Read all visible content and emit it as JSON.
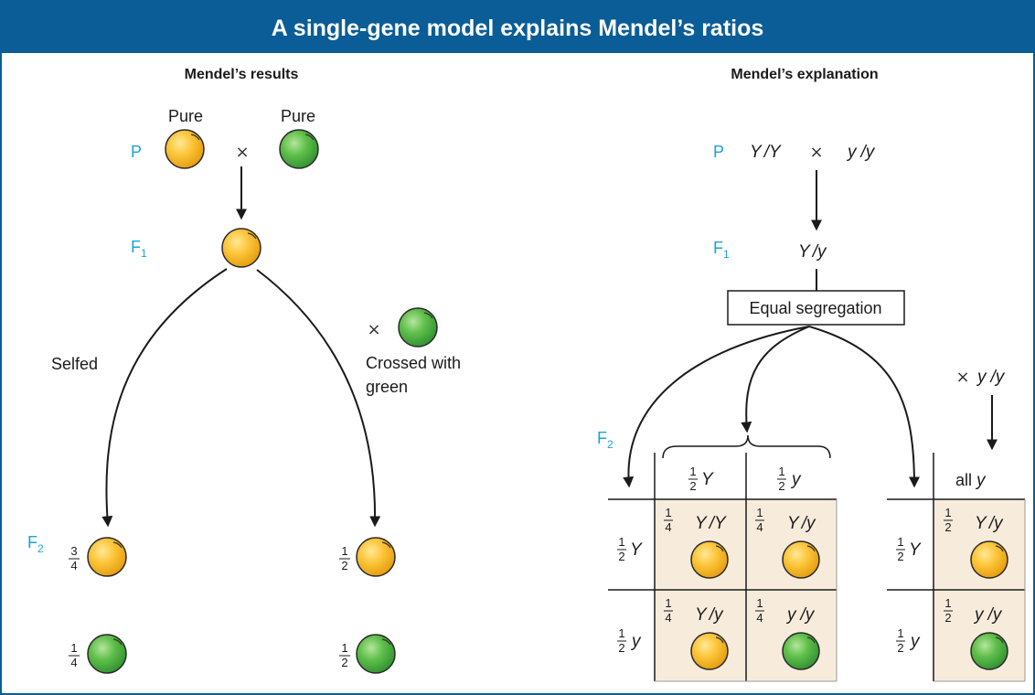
{
  "title": "A single-gene model explains Mendel’s ratios",
  "colors": {
    "banner": "#0a5d96",
    "generation_label": "#19a3d9",
    "yellow_pea": "#f7b319",
    "green_pea": "#4cb848",
    "cell_fill": "#f7ecdc"
  },
  "left": {
    "heading": "Mendel’s results",
    "p_label": "P",
    "pure_yellow": "Pure",
    "pure_green": "Pure",
    "cross_symbol": "×",
    "f1_label": "F",
    "f1_sub": "1",
    "selfed": "Selfed",
    "cross2_symbol": "×",
    "crossed_line1": "Crossed with",
    "crossed_line2": "green",
    "f2_label": "F",
    "f2_sub": "2",
    "selfed_yellow": {
      "num": "3",
      "den": "4"
    },
    "selfed_green": {
      "num": "1",
      "den": "4"
    },
    "crossed_yellow": {
      "num": "1",
      "den": "2"
    },
    "crossed_green": {
      "num": "1",
      "den": "2"
    }
  },
  "right": {
    "heading": "Mendel’s explanation",
    "p_label": "P",
    "p_left": {
      "a": "Y",
      "b": "Y"
    },
    "p_cross": "×",
    "p_right": {
      "a": "y",
      "b": "y"
    },
    "f1_label": "F",
    "f1_sub": "1",
    "f1_geno": {
      "a": "Y",
      "b": "y"
    },
    "segregation": "Equal segregation",
    "testcross_symbol": "×",
    "testcross_geno": {
      "a": "y",
      "b": "y"
    },
    "f2_label": "F",
    "f2_sub": "2",
    "punnett": {
      "columns": [
        {
          "num": "1",
          "den": "2",
          "allele": "Y"
        },
        {
          "num": "1",
          "den": "2",
          "allele": "y"
        }
      ],
      "rows": [
        {
          "num": "1",
          "den": "2",
          "allele": "Y"
        },
        {
          "num": "1",
          "den": "2",
          "allele": "y"
        }
      ],
      "cells": [
        [
          {
            "num": "1",
            "den": "4",
            "a": "Y",
            "b": "Y",
            "pea": "yellow"
          },
          {
            "num": "1",
            "den": "4",
            "a": "Y",
            "b": "y",
            "pea": "yellow"
          }
        ],
        [
          {
            "num": "1",
            "den": "4",
            "a": "Y",
            "b": "y",
            "pea": "yellow"
          },
          {
            "num": "1",
            "den": "4",
            "a": "y",
            "b": "y",
            "pea": "green"
          }
        ]
      ]
    },
    "testcross": {
      "column": {
        "prefix": "all",
        "allele": "y"
      },
      "rows": [
        {
          "num": "1",
          "den": "2",
          "allele": "Y"
        },
        {
          "num": "1",
          "den": "2",
          "allele": "y"
        }
      ],
      "cells": [
        {
          "num": "1",
          "den": "2",
          "a": "Y",
          "b": "y",
          "pea": "yellow"
        },
        {
          "num": "1",
          "den": "2",
          "a": "y",
          "b": "y",
          "pea": "green"
        }
      ]
    }
  }
}
